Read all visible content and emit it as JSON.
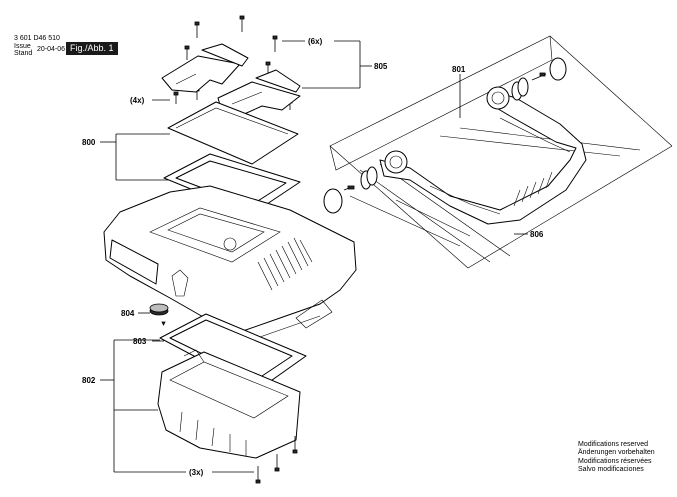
{
  "header": {
    "drawing_number": "3 601 D46 510",
    "issue_label": "Issue",
    "stand_label": "Stand",
    "date": "20-04-06",
    "figure_label": "Fig./Abb. 1"
  },
  "callouts": {
    "p800": "800",
    "p801": "801",
    "p802": "802",
    "p803": "803",
    "p804": "804",
    "p805": "805",
    "p806": "806",
    "qty_6x": "(6x)",
    "qty_4x": "(4x)",
    "qty_3x": "(3x)"
  },
  "notes": [
    "Modifications reserved",
    "Änderungen vorbehalten",
    "Modifications réservées",
    "Salvo modificaciones"
  ]
}
